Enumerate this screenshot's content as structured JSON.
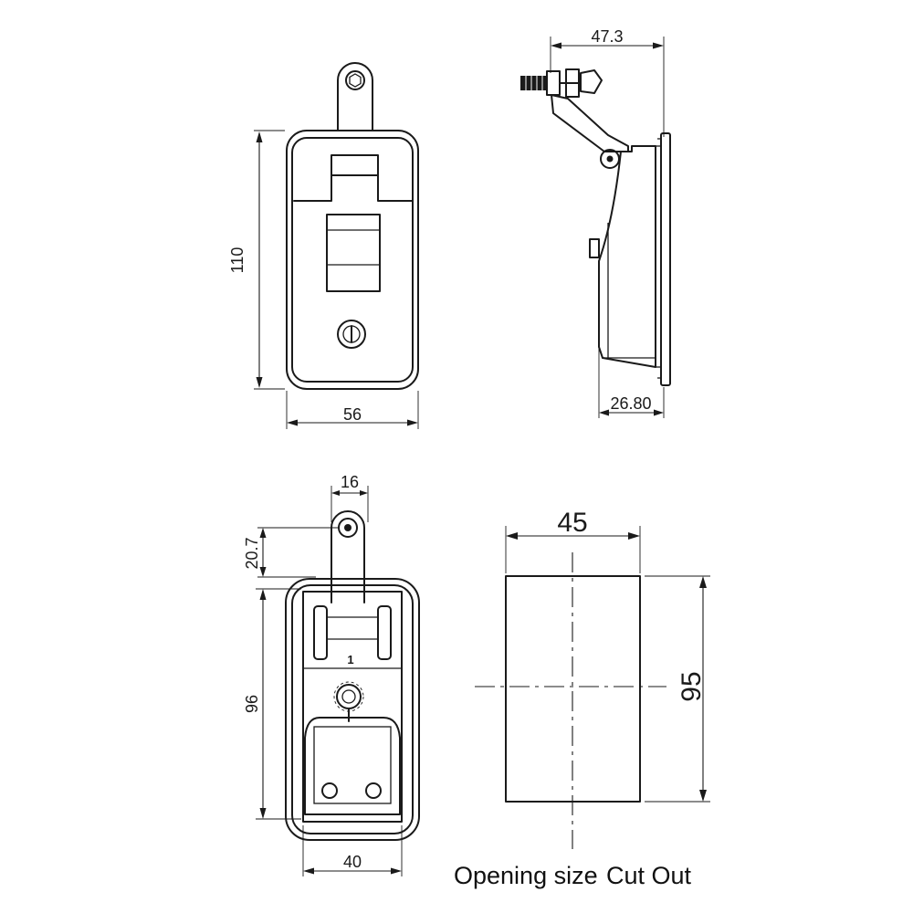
{
  "dimensions": {
    "front_view": {
      "height": "110",
      "width": "56"
    },
    "side_view": {
      "top_width": "47.3",
      "bottom_depth": "26.80"
    },
    "back_view": {
      "tab_width": "16",
      "tab_height": "20.7",
      "body_height": "96",
      "body_width": "40"
    },
    "cutout": {
      "width": "45",
      "height": "95"
    }
  },
  "labels": {
    "marking_number": "1",
    "caption_opening_size": "Opening size",
    "caption_cut_out": "Cut Out"
  }
}
